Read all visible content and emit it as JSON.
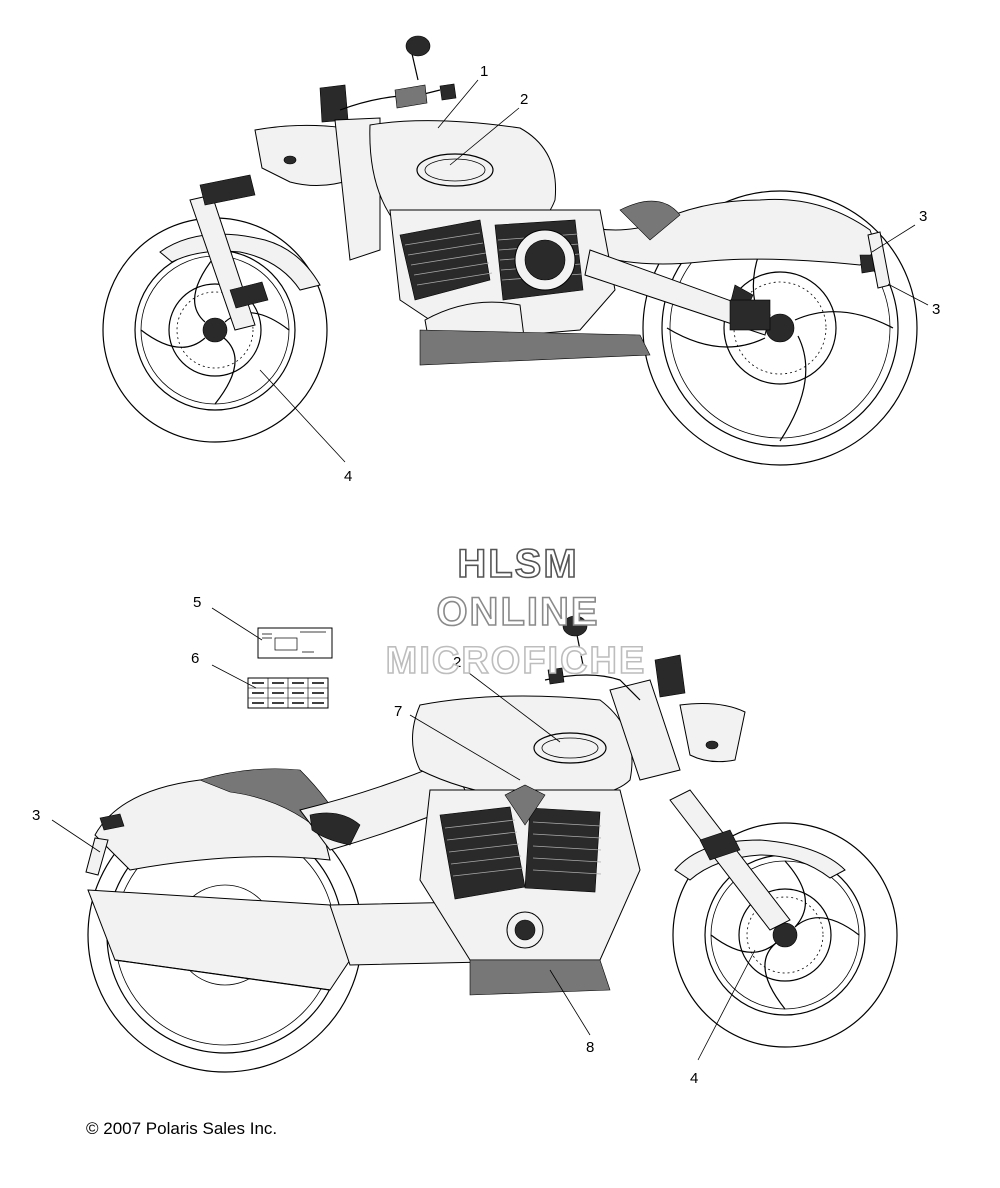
{
  "watermark": {
    "line1": "HLSM",
    "line2": "ONLINE",
    "line3": "MICROFICHE"
  },
  "callouts": {
    "c1": "1",
    "c2a": "2",
    "c2b": "2",
    "c3a": "3",
    "c3b": "3",
    "c3c": "3",
    "c4a": "4",
    "c4b": "4",
    "c5": "5",
    "c6": "6",
    "c7": "7",
    "c8": "8"
  },
  "copyright": "© 2007 Polaris Sales Inc."
}
